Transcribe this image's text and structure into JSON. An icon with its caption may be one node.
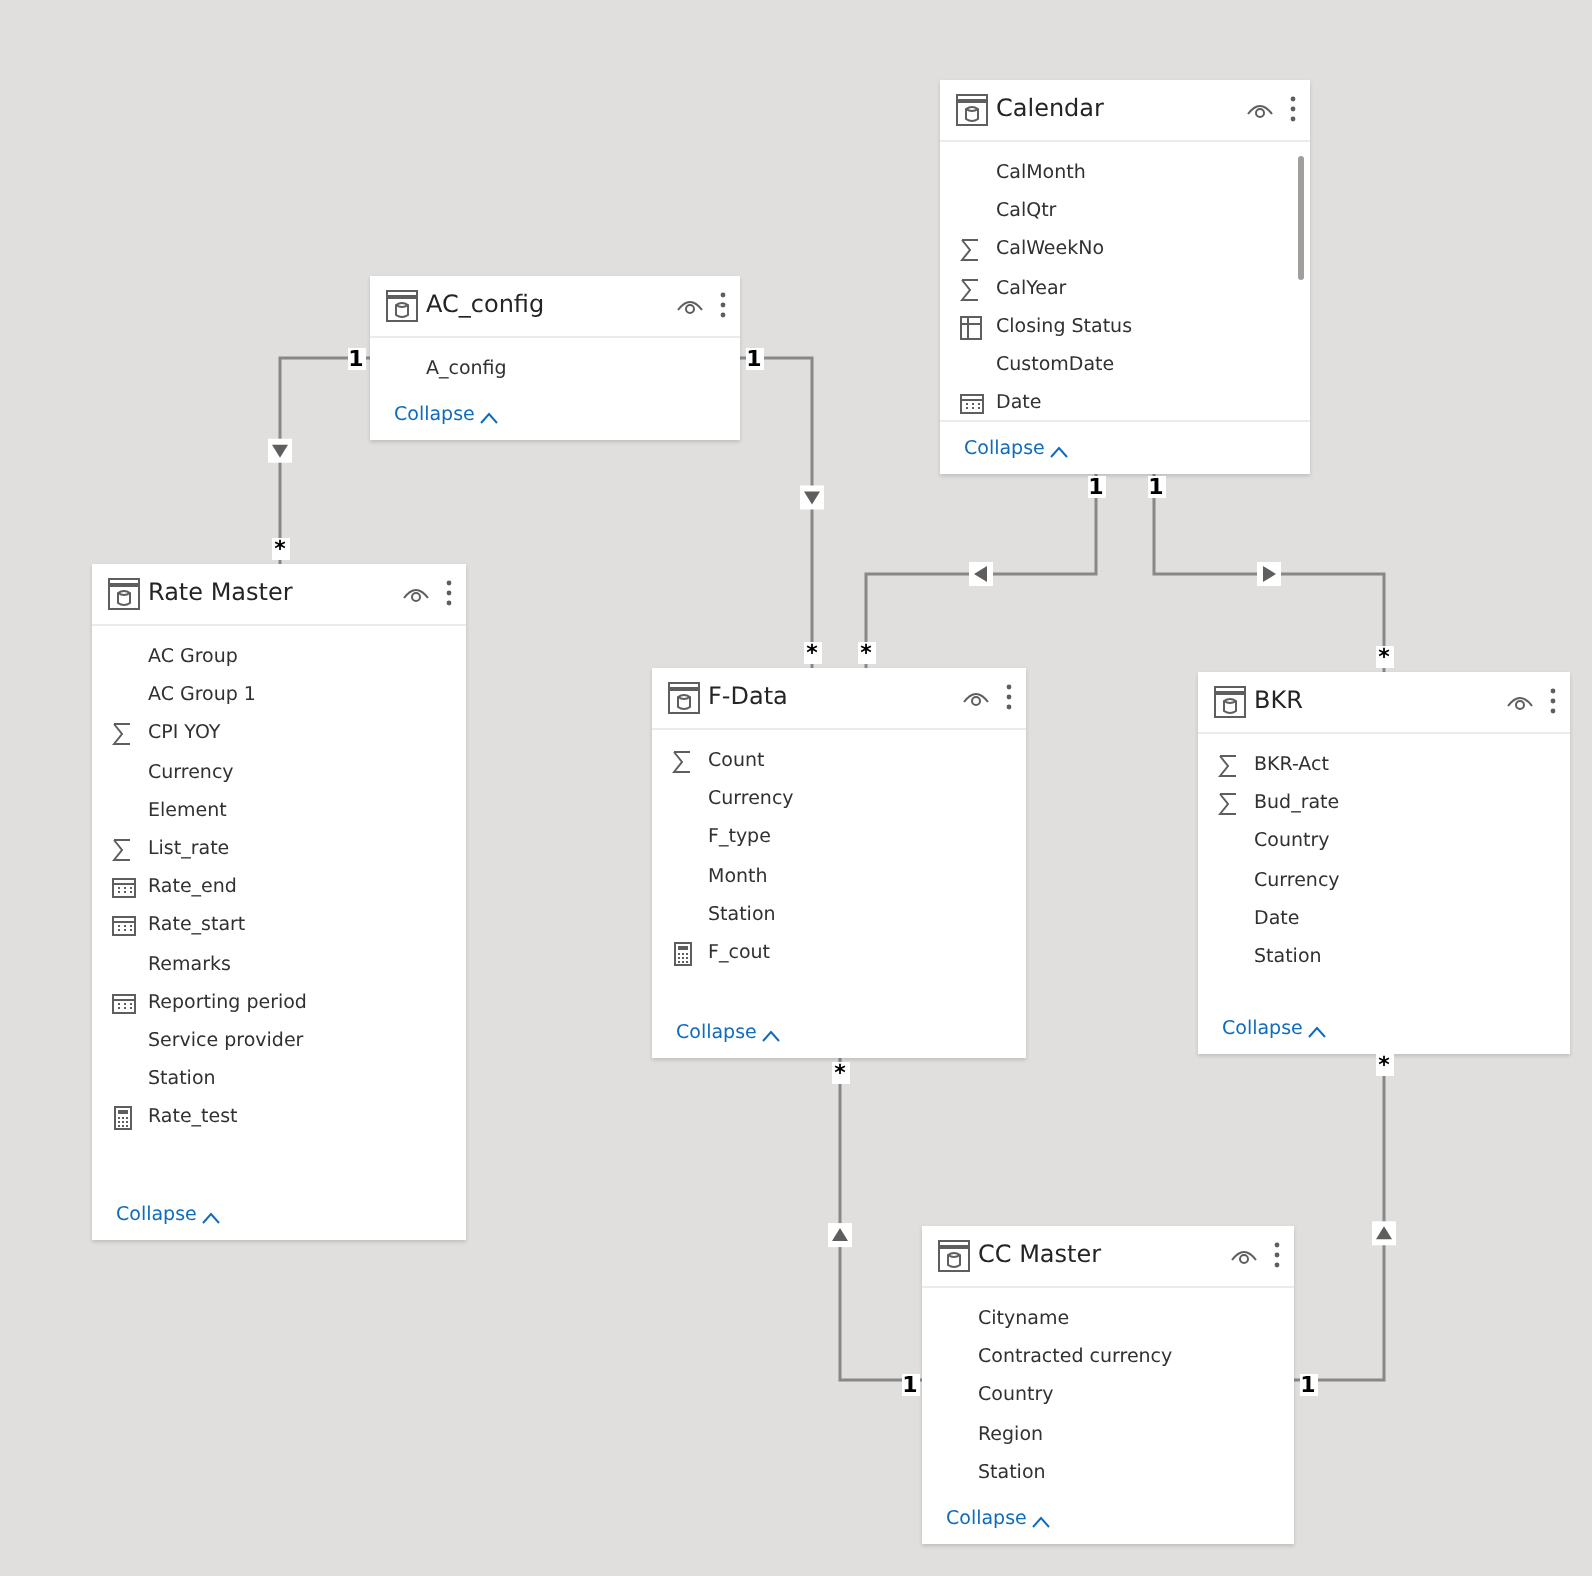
{
  "diagram": {
    "nodes": [
      {
        "text": [
          "Calendar",
          "CalMonth",
          "CalQtr",
          "CalWeekNo",
          "CalYear",
          "Closing Status",
          "CustomDate",
          "Date",
          "Collapse"
        ]
      },
      {
        "text": [
          "AC_config",
          "A_config",
          "Collapse"
        ]
      },
      {
        "text": [
          "Rate Master",
          "AC Group",
          "AC Group 1",
          "CPI YOY",
          "Currency",
          "Element",
          "List_rate",
          "Rate_end",
          "Rate_start",
          "Remarks",
          "Reporting period",
          "Service provider",
          "Station",
          "Rate_test",
          "Collapse"
        ]
      },
      {
        "text": [
          "F-Data",
          "Count",
          "Currency",
          "F_type",
          "Month",
          "Station",
          "F_cout",
          "Collapse"
        ]
      },
      {
        "text": [
          "BKR",
          "BKR-Act",
          "Bud_rate",
          "Country",
          "Currency",
          "Date",
          "Station",
          "Collapse"
        ]
      },
      {
        "text": [
          "CC Master",
          "Cityname",
          "Contracted currency",
          "Country",
          "Region",
          "Station",
          "Collapse"
        ]
      }
    ],
    "edges": [
      {
        "from": 1,
        "to": 2,
        "arrow": "to"
      },
      {
        "from": 1,
        "to": 3,
        "arrow": "to"
      },
      {
        "from": 0,
        "to": 3,
        "arrow": "to"
      },
      {
        "from": 0,
        "to": 4,
        "arrow": "to"
      },
      {
        "from": 5,
        "to": 3,
        "arrow": "to"
      },
      {
        "from": 5,
        "to": 4,
        "arrow": "to"
      }
    ],
    "labels": [
      "1",
      "1",
      "1",
      "1",
      "*",
      "*",
      "*",
      "*",
      "*",
      "*",
      "1",
      "1"
    ]
  }
}
